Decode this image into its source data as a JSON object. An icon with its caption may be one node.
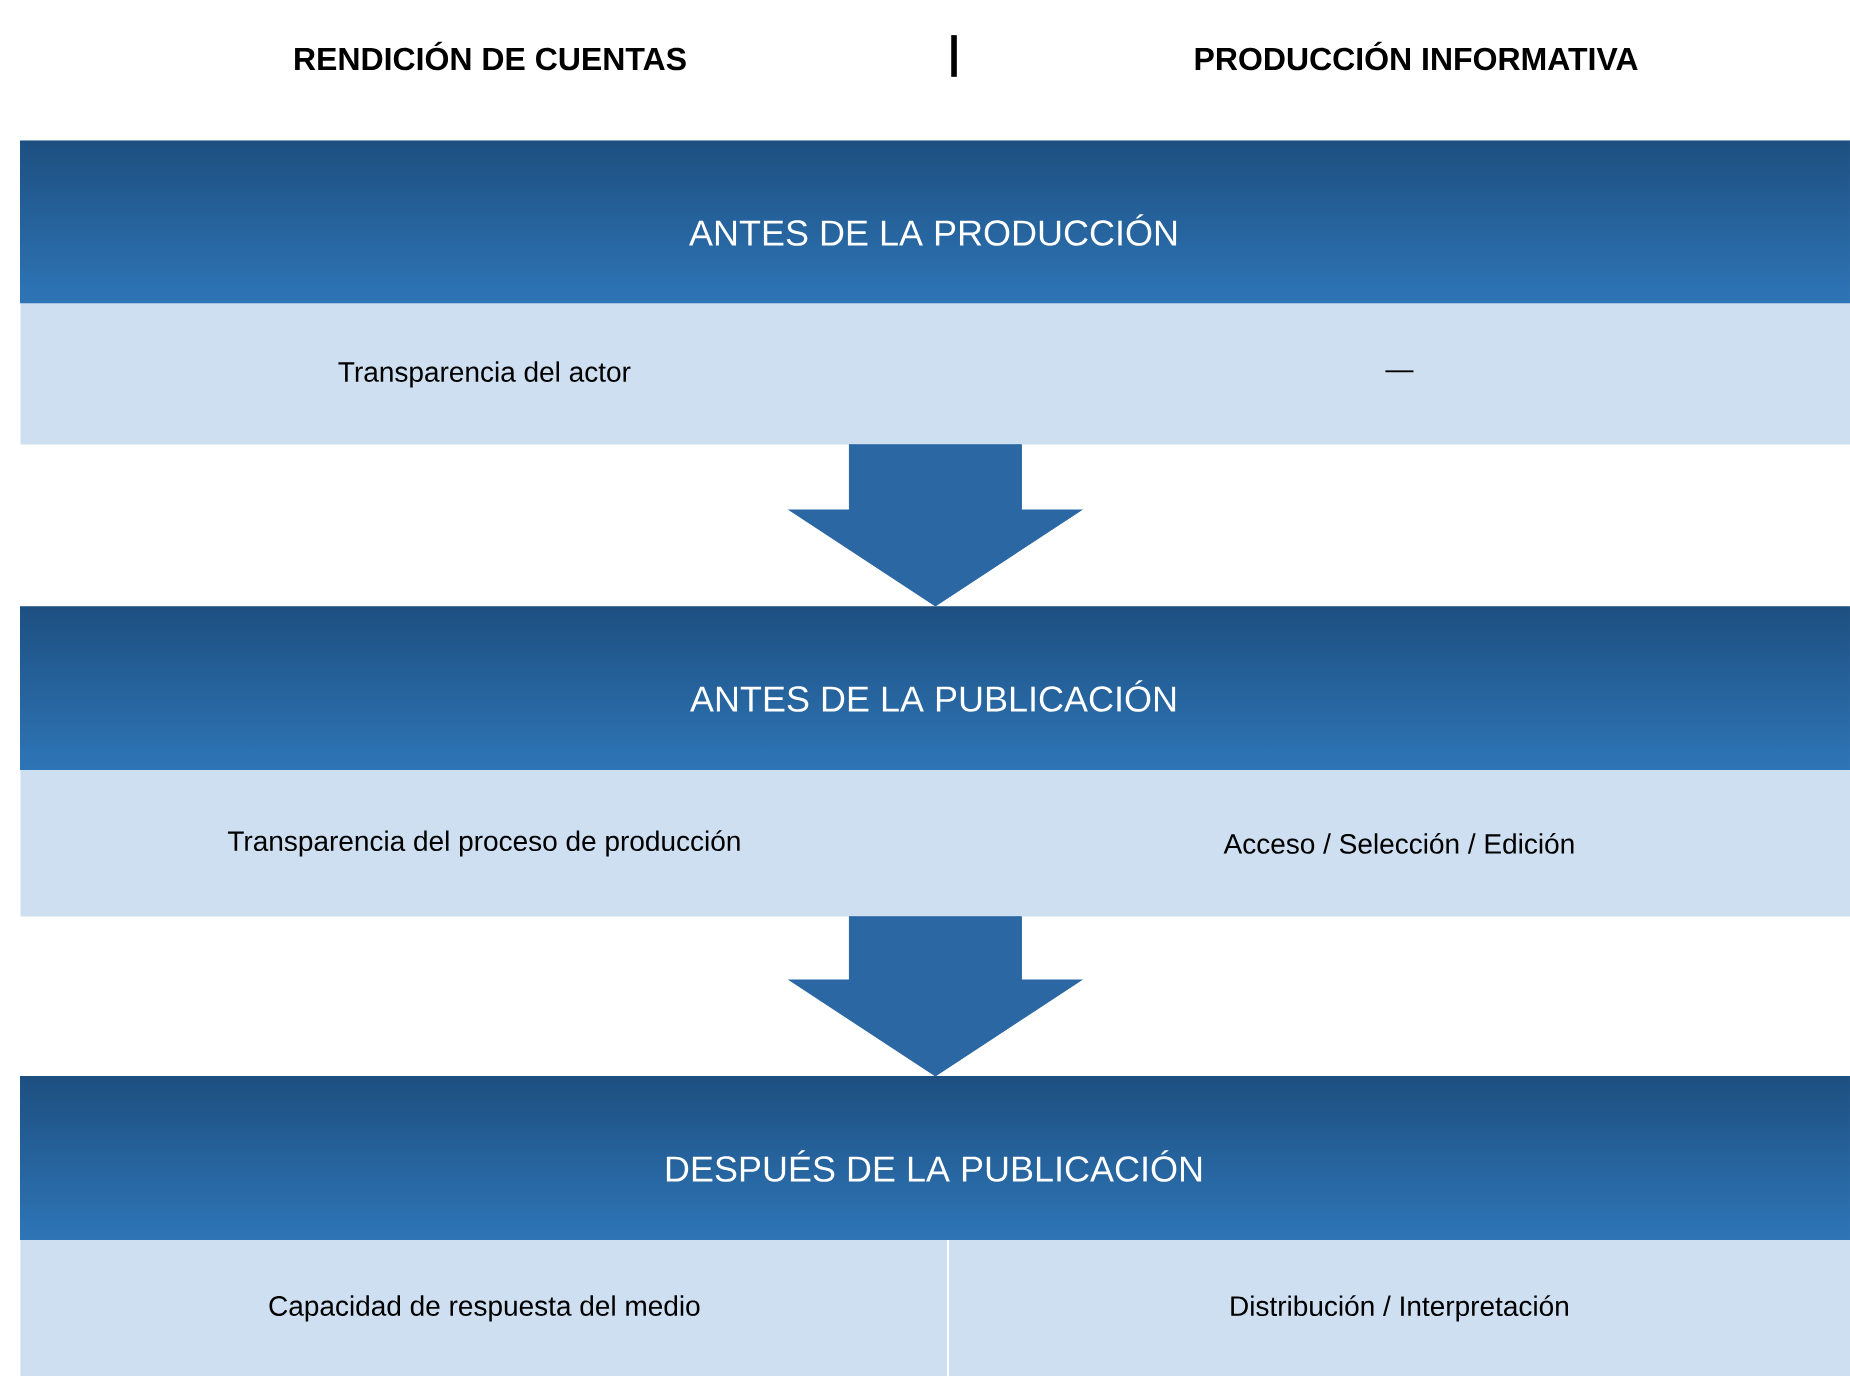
{
  "diagram": {
    "nodes": [
      {
        "text": [
          "ANTES DE LA PRODUCCIÓN"
        ]
      },
      {
        "text": [
          "Transparencia del actor"
        ],
        "in": 0
      },
      {
        "text": [
          "—"
        ],
        "in": 0
      },
      {
        "text": [
          "ANTES DE LA PUBLICACIÓN"
        ]
      },
      {
        "text": [
          "Transparencia del proceso de producción"
        ],
        "in": 3
      },
      {
        "text": [
          "Acceso / Selección / Edición"
        ],
        "in": 3
      },
      {
        "text": [
          "DESPUÉS DE LA PUBLICACIÓN"
        ]
      },
      {
        "text": [
          "Capacidad de respuesta del medio"
        ],
        "in": 6
      },
      {
        "text": [
          "Distribución / Interpretación"
        ],
        "in": 6
      }
    ],
    "edges": [
      {
        "from": 0,
        "to": 3,
        "arrow": "to"
      },
      {
        "from": 3,
        "to": 6,
        "arrow": "to"
      }
    ],
    "labels": [
      "RENDICIÓN DE CUENTAS",
      "|",
      "PRODUCCIÓN INFORMATIVA"
    ]
  }
}
